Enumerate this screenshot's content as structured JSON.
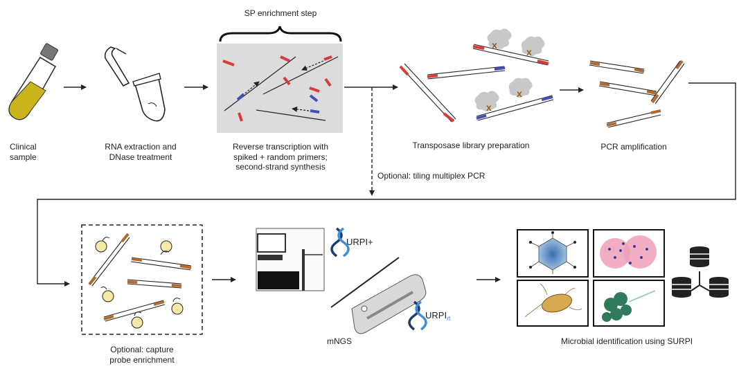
{
  "steps": {
    "clinical_sample": [
      "Clinical",
      "sample"
    ],
    "rna_extraction": [
      "RNA extraction and",
      "DNase treatment"
    ],
    "sp_enrichment_title": "SP enrichment step",
    "reverse_transcription": [
      "Reverse transcription with",
      "spiked + random primers;",
      "second-strand synthesis"
    ],
    "optional_tiling": "Optional: tiling multiplex PCR",
    "transposase": "Transposase library preparation",
    "pcr": "PCR amplification",
    "capture": [
      "Optional: capture",
      "probe enrichment"
    ],
    "mngs": "mNGS",
    "identification": "Microbial identification using SURPI"
  },
  "logos": {
    "surpi_plus": "URPI+",
    "surpi_rt": "URPI",
    "surpi_rt_sub": "rt"
  },
  "colors": {
    "primer_red": "#d93a3a",
    "primer_blue": "#4050b8",
    "adapter_brown": "#b06a2e",
    "probe_yellow": "#f7e9a8",
    "tube_liquid": "#c9b51b",
    "enzyme_gray": "#c8c8c8"
  }
}
